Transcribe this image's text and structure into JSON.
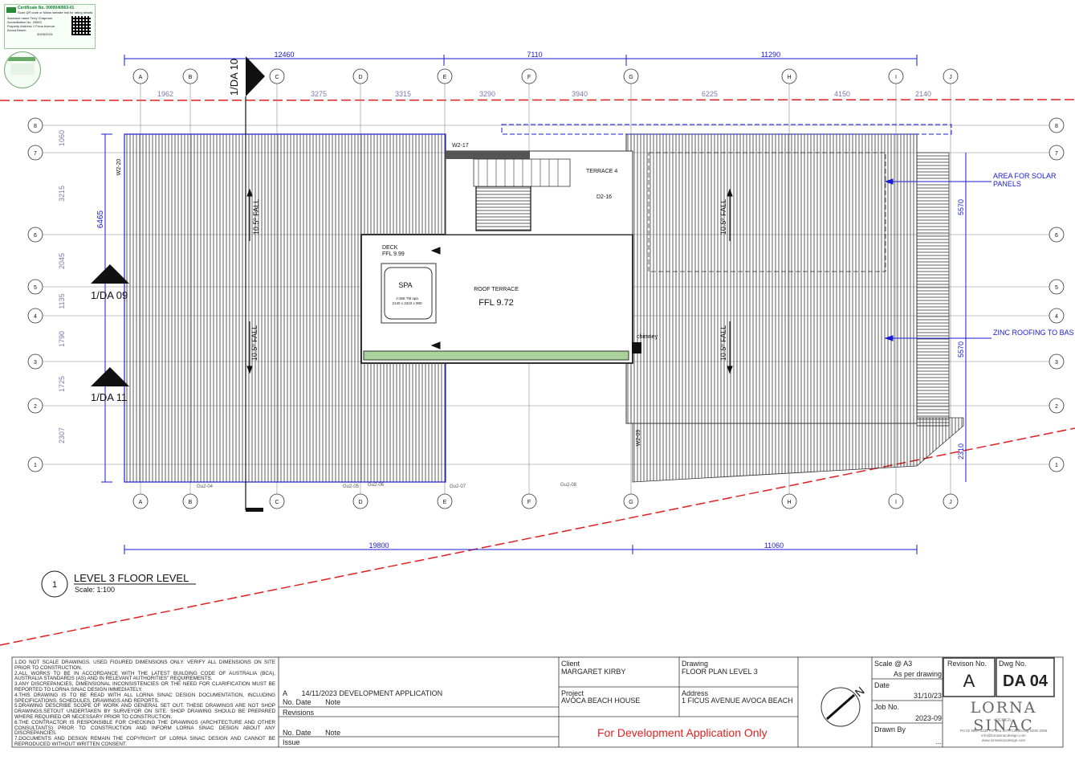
{
  "certificate": {
    "number": "Certificate No. 0000040563-01",
    "scan_note": "Scan QR code or follow website link for rating details",
    "assessor_label": "Assessor name",
    "assessor_value": "Terry Chapman",
    "accreditation_label": "Accreditation No.",
    "accreditation_value": "20553",
    "property_label": "Property Address",
    "property_value": "1 Ficus Avenue Avoca Beach",
    "date_value": "30/06/2021"
  },
  "grid_columns": [
    "A",
    "B",
    "C",
    "D",
    "E",
    "F",
    "G",
    "H",
    "I",
    "J"
  ],
  "grid_rows": [
    "8",
    "7",
    "6",
    "5",
    "4",
    "3",
    "2",
    "1"
  ],
  "dimensions_top_overall": [
    "12460",
    "7110",
    "11290"
  ],
  "dimensions_top_sub": [
    "1962",
    "3275",
    "3315",
    "3290",
    "3940",
    "6225",
    "4150",
    "2140"
  ],
  "dimensions_left": [
    "1060",
    "3215",
    "2045",
    "1135",
    "1790",
    "1725",
    "2307"
  ],
  "dimension_left_total": "6465",
  "dimensions_right": [
    "5570",
    "5570",
    "2310"
  ],
  "dimensions_bottom": [
    "19800",
    "11060"
  ],
  "section_marks": {
    "top": "1/DA 10",
    "left_upper": "1/DA 09",
    "left_lower": "1/DA 11"
  },
  "labels": {
    "window_top": "W2-17",
    "window_left": "W2-20",
    "window_bottom": "W2-09",
    "terrace": "TERRACE 4",
    "door": "D2-16",
    "deck": "DECK",
    "deck_ffl": "FFL 9.99",
    "spa": "SPA",
    "spa_model": "J-365 TM spa",
    "spa_size": "2140 x 2310 x 900",
    "roof_terrace": "ROOF TERRACE",
    "roof_ffl": "FFL 9.72",
    "chimney": "chimney",
    "fall": "10.5º FALL",
    "gutter_1": "Gu2-04",
    "gutter_2": "Gu2-05",
    "gutter_3": "Gu2-06",
    "gutter_4": "Gu2-07",
    "gutter_5": "Gu2-08",
    "solar": "AREA FOR SOLAR PANELS",
    "zinc": "ZINC ROOFING TO BAS SPECIFICATION"
  },
  "view": {
    "number": "1",
    "title": "LEVEL 3 FLOOR LEVEL",
    "scale": "Scale: 1:100"
  },
  "notes": [
    "1.DO NOT SCALE DRAWINGS. USED FIGURED DIMENSIONS ONLY. VERIFY ALL DIMENSIONS ON SITE PRIOR TO CONSTRUCTION.",
    "2.ALL WORKS TO BE IN ACCORDANCE WITH THE LATEST BUILDING CODE OF AUSTRALIA (BCA), AUSTRALIA STANDARDS (AS) AND IN RELEVANT AUTHORITIES\" REQUIREMENTS.",
    "3.ANY DISCREPANCIES, DIMENSIONAL INCONSISTENCIES OR THE NEED FOR CLARIFICATION MUST BE REPORTED TO LORNA SINAC DESIGN IMMEDIATELY.",
    "4.THIS DRAWING IS TO BE READ WITH ALL LORNA SINAC DESIGN DOCUMENTATION, INCLUDING SPECIFICATIONS, SCHEDULES, DRAWINGS AND REPORTS.",
    "5.DRAWING DESCRIBE SCOPE OF WORK AND GENERAL SET OUT. THESE DRAWINGS ARE NOT SHOP DRAWINGS.SETOUT UNDERTAKEN BY SURVEYOR ON SITE. SHOP DRAWING SHOULD BE PREPARED WHERE REQUIRED OR NECESSARY PRIOR TO CONSTRUCTION.",
    "6.THE CONTRACTOR IS RESPONSIBLE FOR CHECKING THE DRAWINGS (ARCHITECTURE AND OTHER CONSULTANTS) PRIOR TO CONSTRUCTION AND INFORM LORNA SINAC DESIGN ABOUT ANY DISCREPANCIES.",
    "7.DOCUMENTS AND DESIGN REMAIN THE COPYRIGHT OF LORNA SINAC DESIGN AND CANNOT BE REPRODUCED WITHOUT WRITTEN CONSENT."
  ],
  "revisions": {
    "row_rev": "A",
    "row_date": "14/11/2023",
    "row_note": "DEVELOPMENT APPLICATION",
    "head_no": "No.",
    "head_date": "Date",
    "head_note": "Note",
    "title": "Revisions",
    "issue_title": "Issue"
  },
  "title_block": {
    "client_label": "Client",
    "client_value": "MARGARET KIRBY",
    "drawing_label": "Drawing",
    "drawing_value": "FLOOR PLAN LEVEL 3",
    "project_label": "Project",
    "project_value": "AVOCA BEACH HOUSE",
    "address_label": "Address",
    "address_value": "1 FICUS AVENUE AVOCA BEACH",
    "da_only": "For Development Application Only",
    "scale_label": "Scale @ A3",
    "scale_value": "As per drawing",
    "date_label": "Date",
    "date_value": "31/10/23",
    "job_label": "Job No.",
    "job_value": "2023-09",
    "drawn_label": "Drawn By",
    "drawn_value": "...",
    "revision_label": "Revison No.",
    "revision_value": "A",
    "dwg_label": "Dwg No.",
    "dwg_value": "DA 04",
    "north": "N"
  },
  "firm": {
    "name": "LORNA SINAC",
    "sub": "DESIGN",
    "contact_1": "PH 02 9967 4333 PO Box 4079 Castlecrag NSW 2068",
    "contact_2": "info@lornasinacdesign.com",
    "contact_3": "www.lornasinacdesign.com"
  },
  "colors": {
    "dimension_blue": "#1a1ad6",
    "boundary_red": "#e02020",
    "planter_green": "#a9d39a",
    "da_red": "#e02020"
  }
}
